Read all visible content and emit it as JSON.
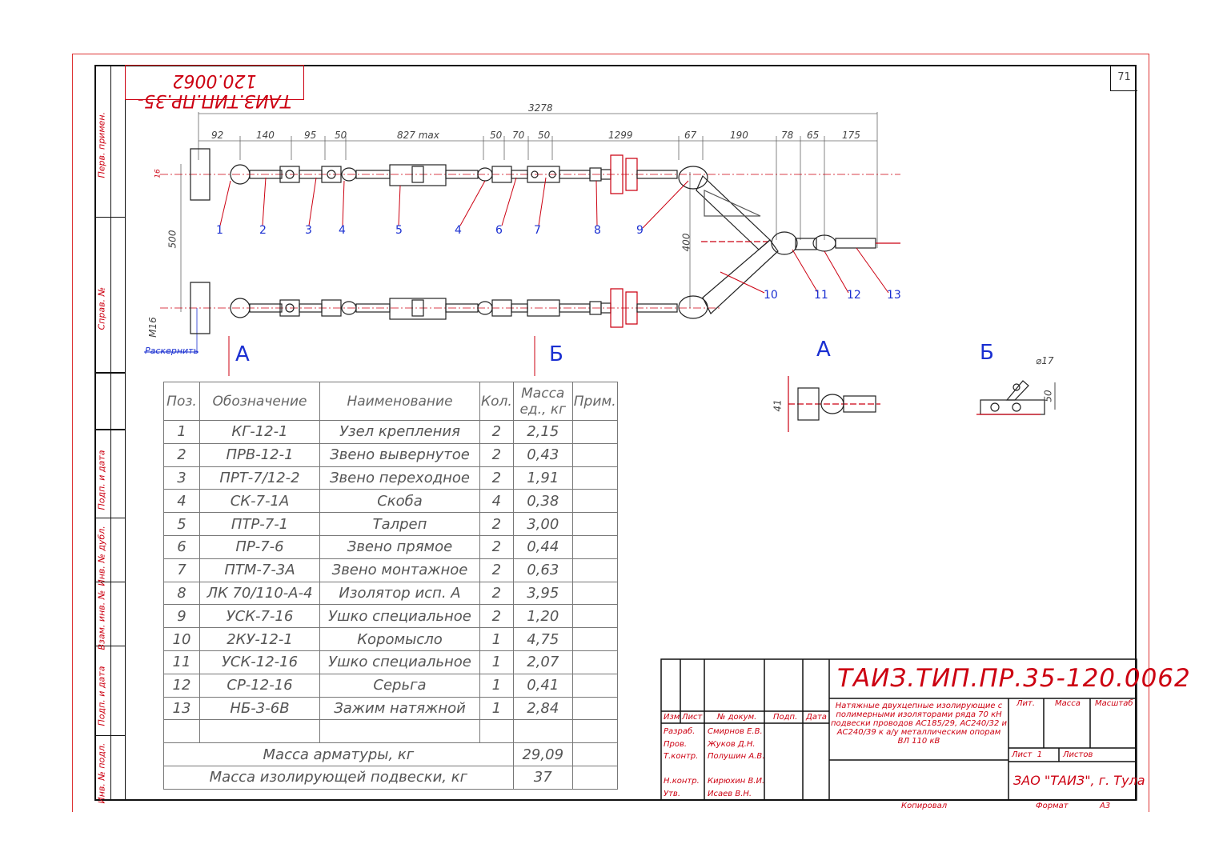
{
  "sheet_number": "71",
  "doc_code": "ТАИЗ.ТИП.ПР.35-120.0062",
  "mirrored_code": "ТАИЗ.ТИП.ПР.35-120.0062",
  "left_strip": {
    "perv_primen": "Перв. примен.",
    "sprav": "Справ. №",
    "podp_data_1": "Подп. и дата",
    "inv_dubl": "Инв. № дубл.",
    "vzam_inv": "Взам. инв. №",
    "podp_data_2": "Подп. и дата",
    "inv_podl": "Инв. № подл."
  },
  "dimensions": {
    "total": "3278",
    "d92": "92",
    "d140": "140",
    "d95": "95",
    "d50a": "50",
    "d827": "827 max",
    "d50b": "50",
    "d70": "70",
    "d50c": "50",
    "d1299": "1299",
    "d67": "67",
    "d190": "190",
    "d78": "78",
    "d65": "65",
    "d175": "175",
    "d500": "500",
    "d400": "400",
    "d16": "16",
    "m16": "M16",
    "d41": "41",
    "d17": "⌀17",
    "d50d": "50"
  },
  "raskernit": "Раскернить",
  "views": {
    "a": "А",
    "b": "Б"
  },
  "positions": [
    "1",
    "2",
    "3",
    "4",
    "5",
    "4",
    "6",
    "7",
    "8",
    "9",
    "10",
    "11",
    "12",
    "13"
  ],
  "bom": {
    "headers": [
      "Поз.",
      "Обозначение",
      "Наименование",
      "Кол.",
      "Масса ед., кг",
      "Прим."
    ],
    "rows": [
      [
        "1",
        "КГ-12-1",
        "Узел крепления",
        "2",
        "2,15",
        ""
      ],
      [
        "2",
        "ПРВ-12-1",
        "Звено вывернутое",
        "2",
        "0,43",
        ""
      ],
      [
        "3",
        "ПРТ-7/12-2",
        "Звено переходное",
        "2",
        "1,91",
        ""
      ],
      [
        "4",
        "СК-7-1А",
        "Скоба",
        "4",
        "0,38",
        ""
      ],
      [
        "5",
        "ПТР-7-1",
        "Талреп",
        "2",
        "3,00",
        ""
      ],
      [
        "6",
        "ПР-7-6",
        "Звено прямое",
        "2",
        "0,44",
        ""
      ],
      [
        "7",
        "ПТМ-7-3А",
        "Звено монтажное",
        "2",
        "0,63",
        ""
      ],
      [
        "8",
        "ЛК 70/110-А-4",
        "Изолятор исп. А",
        "2",
        "3,95",
        ""
      ],
      [
        "9",
        "УСК-7-16",
        "Ушко специальное",
        "2",
        "1,20",
        ""
      ],
      [
        "10",
        "2КУ-12-1",
        "Коромысло",
        "1",
        "4,75",
        ""
      ],
      [
        "11",
        "УСК-12-16",
        "Ушко специальное",
        "1",
        "2,07",
        ""
      ],
      [
        "12",
        "СР-12-16",
        "Серьга",
        "1",
        "0,41",
        ""
      ],
      [
        "13",
        "НБ-3-6В",
        "Зажим натяжной",
        "1",
        "2,84",
        ""
      ]
    ],
    "mass_armatury_label": "Масса арматуры, кг",
    "mass_armatury_value": "29,09",
    "mass_podvesky_label": "Масса изолирующей подвески, кг",
    "mass_podvesky_value": "37"
  },
  "title_block": {
    "code": "ТАИЗ.ТИП.ПР.35-120.0062",
    "description": "Натяжные двухцепные изолирующие с полимерными изоляторами ряда 70 кН подвески проводов АС185/29, АС240/32 и АС240/39 к а/у металлическим опорам ВЛ 110 кВ",
    "col_izm": "Изм",
    "col_list": "Лист",
    "col_ndokum": "№ докум.",
    "col_podp": "Подп.",
    "col_data": "Дата",
    "roles": [
      "Разраб.",
      "Пров.",
      "Т.контр.",
      "",
      "Н.контр.",
      "Утв."
    ],
    "names": [
      "Смирнов Е.В.",
      "Жуков Д.Н.",
      "Полушин А.В.",
      "",
      "Кирюхин В.И.",
      "Исаев В.Н."
    ],
    "lit": "Лит.",
    "massa": "Масса",
    "masshtab": "Масштаб",
    "list": "Лист  1",
    "listov": "Листов",
    "company": "ЗАО \"ТАИЗ\", г. Тула"
  },
  "footer": {
    "kopiroval": "Копировал",
    "format": "Формат",
    "format_value": "А3"
  }
}
